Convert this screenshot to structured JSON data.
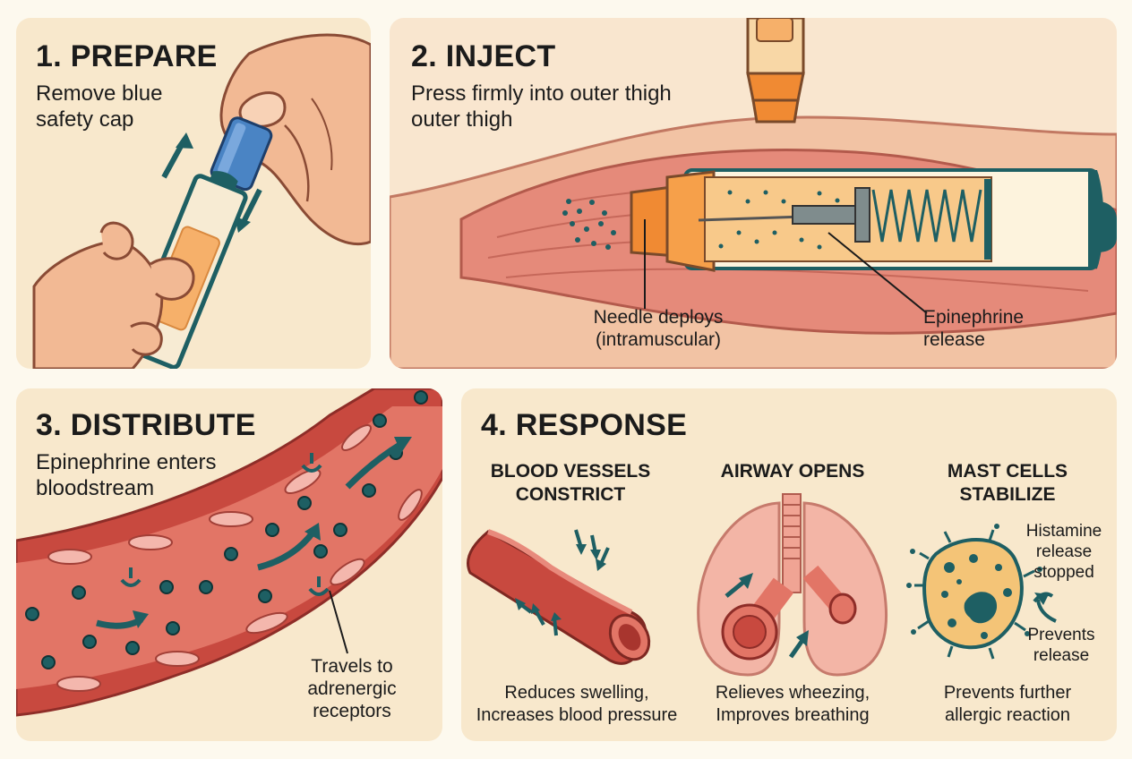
{
  "colors": {
    "panel_bg": "#f8e8cc",
    "skin": "#f2b994",
    "muscle": "#e58a7a",
    "orange": "#f08a33",
    "teal": "#1e5f63",
    "blue_cap": "#4a84c4",
    "blood": "#c8493f"
  },
  "panels": {
    "prepare": {
      "title": "1. PREPARE",
      "subtitle_lines": [
        "Remove blue",
        "safety cap"
      ]
    },
    "inject": {
      "title": "2. INJECT",
      "subtitle_lines": [
        "Press firmly into outer thigh",
        "outer thigh"
      ],
      "needle_label_lines": [
        "Needle deploys",
        "(intramuscular)"
      ],
      "release_label_lines": [
        "Epinephrine",
        "release"
      ]
    },
    "distribute": {
      "title": "3. DISTRIBUTE",
      "subtitle_lines": [
        "Epinephrine enters",
        "bloodstream"
      ],
      "receptor_label_lines": [
        "Travels to",
        "adrenergic",
        "receptors"
      ]
    },
    "response": {
      "title": "4. RESPONSE",
      "columns": [
        {
          "title_lines": [
            "BLOOD VESSELS",
            "CONSTRICT"
          ],
          "icon": "constricting-vessel",
          "caption_lines": [
            "Reduces swelling,",
            "Increases blood pressure"
          ]
        },
        {
          "title_lines": [
            "AIRWAY OPENS"
          ],
          "icon": "lungs-airway",
          "caption_lines": [
            "Relieves wheezing,",
            "Improves breathing"
          ]
        },
        {
          "title_lines": [
            "MAST CELLS",
            "STABILIZE"
          ],
          "icon": "mast-cell",
          "caption_lines": [
            "Prevents further",
            "allergic reaction"
          ],
          "histamine_lines": [
            "Histamine",
            "release",
            "stopped"
          ],
          "prevents_lines": [
            "Prevents",
            "release"
          ]
        }
      ]
    }
  }
}
